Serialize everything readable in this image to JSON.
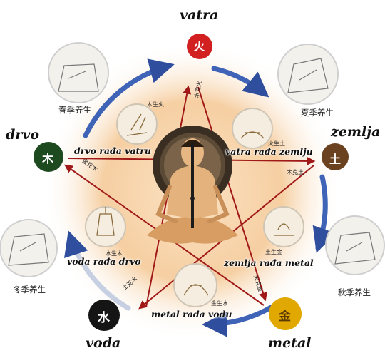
{
  "elements": {
    "fire": {
      "name": "vatra",
      "glyph": "火",
      "color": "#d21f1f"
    },
    "earth": {
      "name": "zemlja",
      "glyph": "土",
      "color": "#6b4220"
    },
    "metal": {
      "name": "metal",
      "glyph": "金",
      "color": "#e0a800"
    },
    "water": {
      "name": "voda",
      "glyph": "水",
      "color": "#151515"
    },
    "wood": {
      "name": "drvo",
      "glyph": "木",
      "color": "#1e4a20"
    }
  },
  "cycle_labels": {
    "wood_fire": "drvo rađa vatru",
    "fire_earth": "vatra rađa zemlju",
    "earth_metal": "zemlja rađa metal",
    "metal_water": "metal rađa vodu",
    "water_wood": "voda rađa drvo"
  },
  "seasons": {
    "spring": "春季养生",
    "summer": "夏季养生",
    "autumn": "秋季养生",
    "winter": "冬季养生"
  },
  "small_labels": {
    "wood_sheng_fire": "木生火",
    "fire_sheng_earth": "火生土",
    "earth_sheng_metal": "土生金",
    "metal_sheng_water": "金生水",
    "water_sheng_wood": "水生木",
    "water_ke_fire": "水克火",
    "wood_ke_earth": "木克土",
    "fire_ke_metal": "火克金",
    "earth_ke_water": "土克水",
    "metal_ke_wood": "金克木"
  },
  "colors": {
    "outer_ring": "#3f63b6",
    "arrow_red": "#a01818",
    "glow": "#f6cfa2"
  }
}
